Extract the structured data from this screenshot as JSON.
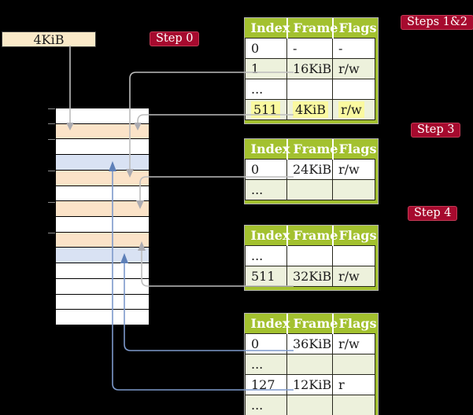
{
  "frame_box": {
    "label": "4KiB"
  },
  "badges": {
    "step0": "Step 0",
    "steps12": "Steps 1&2",
    "step3": "Step 3",
    "step4": "Step 4"
  },
  "page_tables": {
    "headers": [
      "Index",
      "Frame",
      "Flags"
    ],
    "tables": [
      {
        "name": "page-table-l4",
        "rows": [
          {
            "cells": [
              "0",
              "-",
              "-"
            ],
            "shade": "white",
            "highlight": false
          },
          {
            "cells": [
              "1",
              "16KiB",
              "r/w"
            ],
            "shade": "green",
            "highlight": false
          },
          {
            "cells": [
              "...",
              "",
              ""
            ],
            "shade": "white",
            "highlight": false
          },
          {
            "cells": [
              "511",
              "4KiB",
              "r/w"
            ],
            "shade": "green",
            "highlight": true
          }
        ]
      },
      {
        "name": "page-table-l3",
        "rows": [
          {
            "cells": [
              "0",
              "24KiB",
              "r/w"
            ],
            "shade": "white",
            "highlight": false
          },
          {
            "cells": [
              "...",
              "",
              ""
            ],
            "shade": "green",
            "highlight": false
          }
        ]
      },
      {
        "name": "page-table-l2",
        "rows": [
          {
            "cells": [
              "...",
              "",
              ""
            ],
            "shade": "white",
            "highlight": false
          },
          {
            "cells": [
              "511",
              "32KiB",
              "r/w"
            ],
            "shade": "green",
            "highlight": false
          }
        ]
      },
      {
        "name": "page-table-l1",
        "rows": [
          {
            "cells": [
              "0",
              "36KiB",
              "r/w"
            ],
            "shade": "white",
            "highlight": false
          },
          {
            "cells": [
              "...",
              "",
              ""
            ],
            "shade": "green",
            "highlight": false
          },
          {
            "cells": [
              "127",
              "12KiB",
              "r"
            ],
            "shade": "white",
            "highlight": false
          },
          {
            "cells": [
              "...",
              "",
              ""
            ],
            "shade": "green",
            "highlight": false
          }
        ]
      }
    ]
  },
  "memory": {
    "rows": [
      "white",
      "orange",
      "white",
      "blue",
      "orange",
      "white",
      "orange",
      "white",
      "orange",
      "blue",
      "white",
      "white",
      "white",
      "white"
    ]
  },
  "colors": {
    "background": "#000000",
    "badge_red": "#a60a2e",
    "header_green": "#a3c12f",
    "row_green": "#edf1dc",
    "highlight_yellow": "#faf9a0",
    "frame_orange": "#fbe3c8",
    "frame_blue": "#d9e2f3",
    "box_cream": "#fae9c8",
    "arrow_gray": "#bdbdbd",
    "arrow_blue": "#7d99cb"
  }
}
